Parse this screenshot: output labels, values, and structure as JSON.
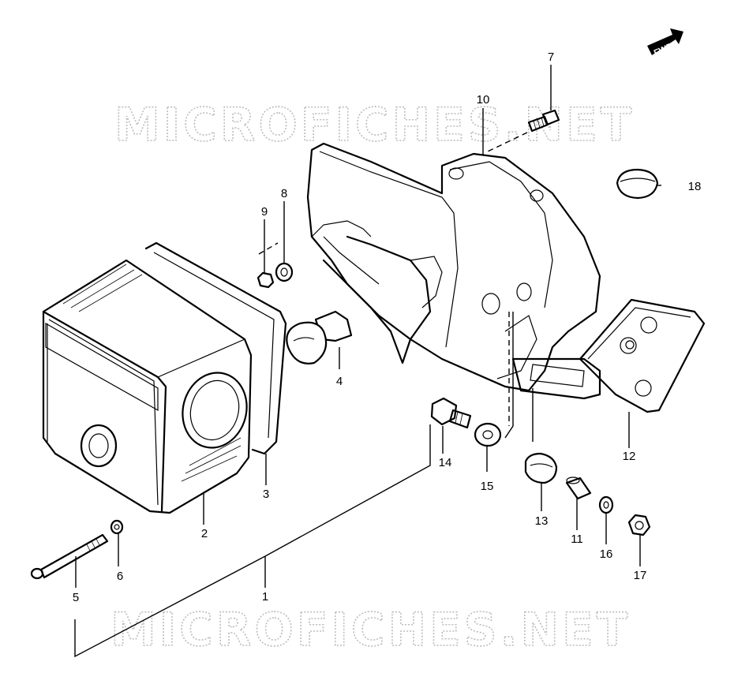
{
  "watermarks": [
    "MICROFICHES.NET",
    "MICROFICHES.NET"
  ],
  "direction_badge": "FWD",
  "callouts": [
    "1",
    "2",
    "3",
    "4",
    "5",
    "6",
    "7",
    "8",
    "9",
    "10",
    "11",
    "12",
    "13",
    "14",
    "15",
    "16",
    "17",
    "18"
  ],
  "icons": {
    "direction": "forward-arrow-icon"
  },
  "colors": {
    "line": "#000000",
    "watermark": "#bdbdbd",
    "background": "#ffffff"
  }
}
